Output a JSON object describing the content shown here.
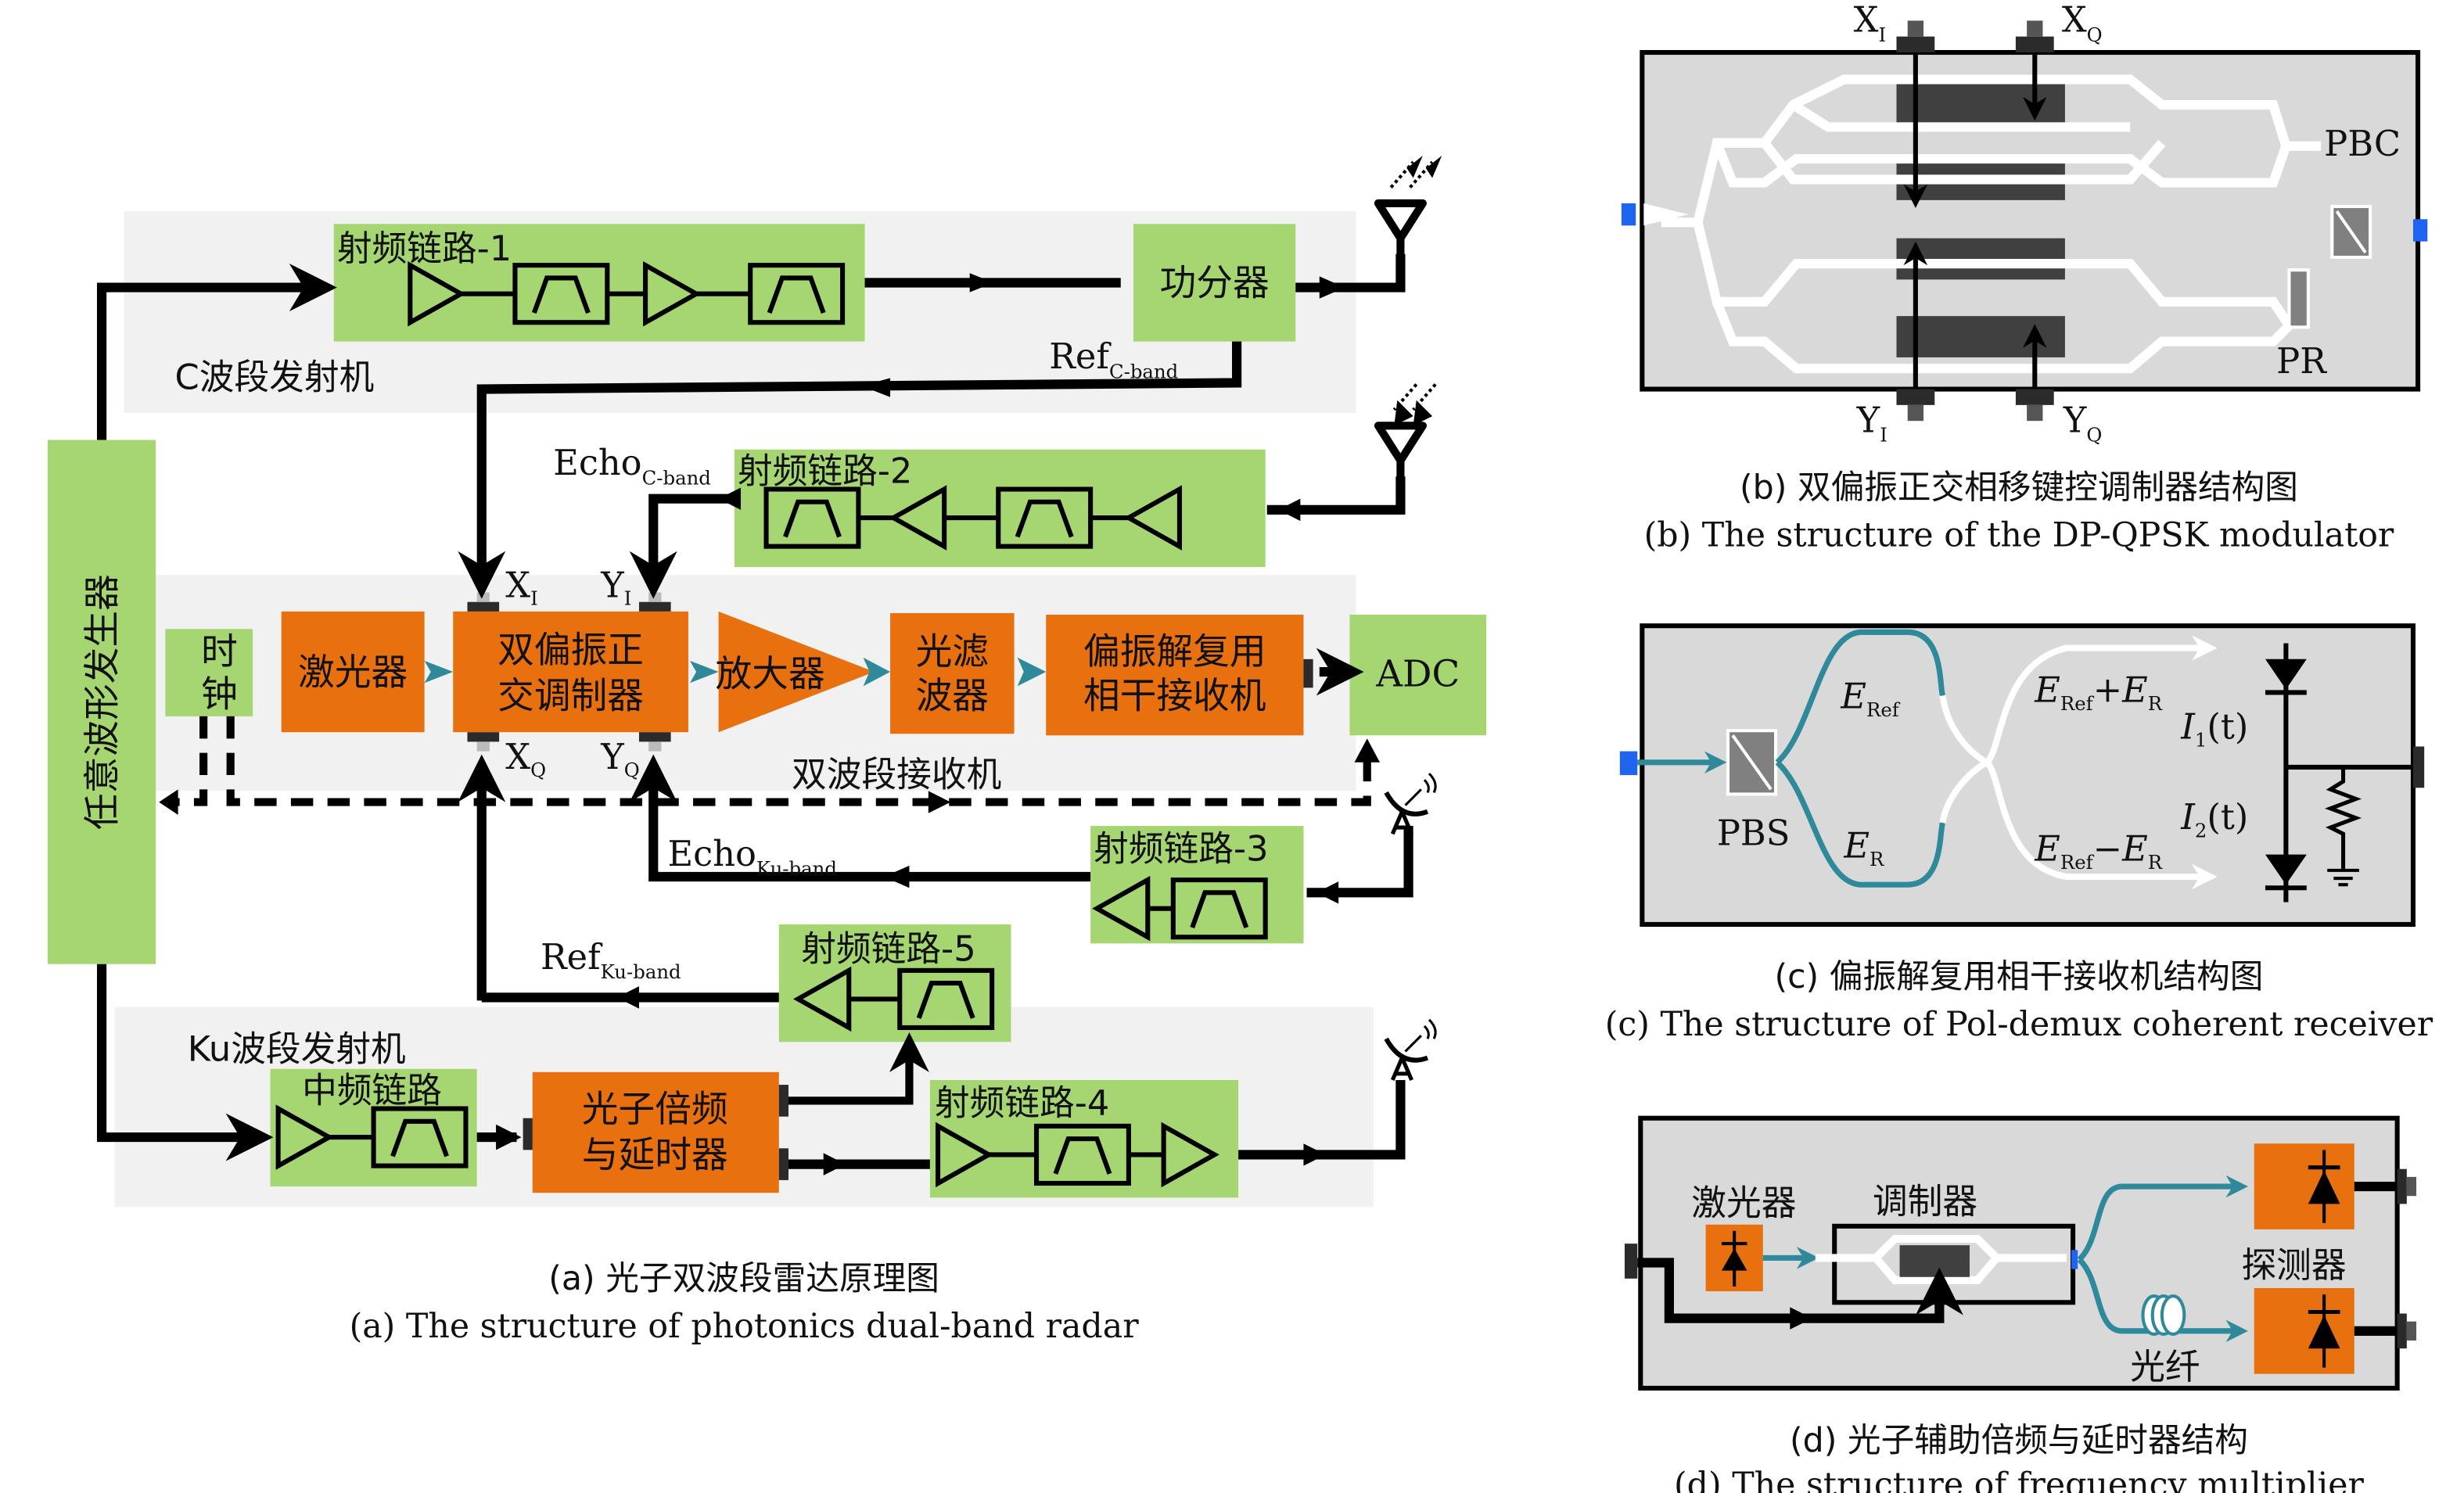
{
  "colors": {
    "block_green": "#a6d672",
    "block_orange": "#e8700f",
    "region_gray": "#f1f1f1",
    "panel_gray": "#d9d9d9",
    "optical_teal": "#2e8a9a",
    "port_blue": "#1e64f0",
    "electrode_dark": "#404040"
  },
  "panel_a": {
    "caption_zh": "(a) 光子双波段雷达原理图",
    "caption_en": "(a) The structure of photonics dual-band radar",
    "regions": {
      "c_band_tx": "C波段发射机",
      "dual_band_rx": "双波段接收机",
      "ku_band_tx": "Ku波段发射机"
    },
    "blocks": {
      "awg": "任意波形发生器",
      "clock_1": "时",
      "clock_2": "钟",
      "laser": "激光器",
      "dpqpsk_1": "双偏振正",
      "dpqpsk_2": "交调制器",
      "amplifier": "放大器",
      "optical_filter_1": "光滤",
      "optical_filter_2": "波器",
      "coherent_rx_1": "偏振解复用",
      "coherent_rx_2": "相干接收机",
      "adc": "ADC",
      "power_divider": "功分器",
      "rf_chain_1": "射频链路-1",
      "rf_chain_2": "射频链路-2",
      "rf_chain_3": "射频链路-3",
      "rf_chain_4": "射频链路-4",
      "rf_chain_5": "射频链路-5",
      "if_chain": "中频链路",
      "photonic_mult_1": "光子倍频",
      "photonic_mult_2": "与延时器"
    },
    "ports": {
      "xi": "X",
      "xi_sub": "I",
      "yi": "Y",
      "yi_sub": "I",
      "xq": "X",
      "xq_sub": "Q",
      "yq": "Y",
      "yq_sub": "Q"
    },
    "signals": {
      "ref_c": "Ref",
      "ref_c_sub": "C-band",
      "echo_c": "Echo",
      "echo_c_sub": "C-band",
      "echo_ku": "Echo",
      "echo_ku_sub": "Ku-band",
      "ref_ku": "Ref",
      "ref_ku_sub": "Ku-band"
    }
  },
  "panel_b": {
    "caption_zh": "(b) 双偏振正交相移键控调制器结构图",
    "caption_en": "(b) The structure of the DP-QPSK modulator",
    "ports": {
      "xi": "X",
      "xi_sub": "I",
      "xq": "X",
      "xq_sub": "Q",
      "yi": "Y",
      "yi_sub": "I",
      "yq": "Y",
      "yq_sub": "Q"
    },
    "pbc": "PBC",
    "pr": "PR"
  },
  "panel_c": {
    "caption_zh": "(c) 偏振解复用相干接收机结构图",
    "caption_en": "(c) The structure of Pol-demux coherent receiver",
    "pbs": "PBS",
    "e_ref": "E",
    "e_ref_sub": "Ref",
    "e_r": "E",
    "e_r_sub": "R",
    "sum_a": "E",
    "sum_a_sub": "Ref",
    "sum_op": "+",
    "sum_b": "E",
    "sum_b_sub": "R",
    "diff_a": "E",
    "diff_a_sub": "Ref",
    "diff_op": "−",
    "diff_b": "E",
    "diff_b_sub": "R",
    "i1": "I",
    "i1_sub": "1",
    "i1_arg": "(t)",
    "i2": "I",
    "i2_sub": "2",
    "i2_arg": "(t)"
  },
  "panel_d": {
    "caption_zh": "(d) 光子辅助倍频与延时器结构",
    "caption_en": "(d) The structure of frequency multiplier",
    "laser": "激光器",
    "modulator": "调制器",
    "detector": "探测器",
    "fiber": "光纤"
  }
}
